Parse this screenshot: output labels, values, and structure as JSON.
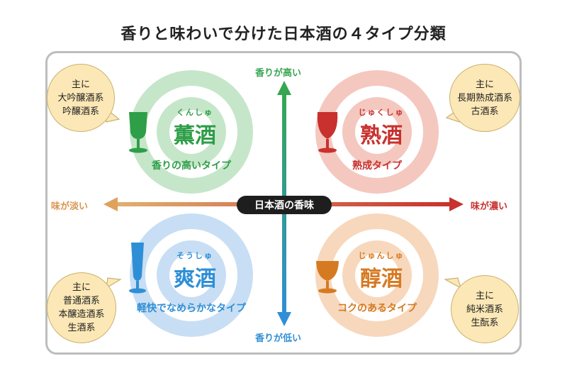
{
  "title": "香りと味わいで分けた日本酒の４タイプ分類",
  "center_label": "日本酒の香味",
  "axes": {
    "top": "香りが高い",
    "bottom": "香りが低い",
    "left": "味が淡い",
    "right": "味が濃い"
  },
  "categories": {
    "kunshu": {
      "reading": "くんしゅ",
      "name": "薫酒",
      "description": "香りの高いタイプ",
      "color": "#2e9e48",
      "ring": "#bfe3c4",
      "examples": [
        "主に",
        "大吟醸酒系",
        "吟醸酒系"
      ]
    },
    "jukushu": {
      "reading": "じゅくしゅ",
      "name": "熟酒",
      "description": "熟成タイプ",
      "color": "#c8312e",
      "ring": "#f2c1b8",
      "examples": [
        "主に",
        "長期熟成酒系",
        "古酒系"
      ]
    },
    "soushu": {
      "reading": "そうしゅ",
      "name": "爽酒",
      "description": "軽快でなめらかなタイプ",
      "color": "#2f8fd6",
      "ring": "#c3dcf3",
      "examples": [
        "主に",
        "普通酒系",
        "本醸造酒系",
        "生酒系"
      ]
    },
    "junshu": {
      "reading": "じゅんしゅ",
      "name": "醇酒",
      "description": "コクのあるタイプ",
      "color": "#d67a22",
      "ring": "#f6d2b3",
      "examples": [
        "主に",
        "純米酒系",
        "生酛系"
      ]
    }
  },
  "colors": {
    "vertical_axis_top": "#37a651",
    "vertical_axis_bottom": "#2f8fd6",
    "horizontal_axis_left": "#e0a15c",
    "horizontal_axis_right": "#c8312e",
    "bubble_fill": "#fce8b6"
  }
}
